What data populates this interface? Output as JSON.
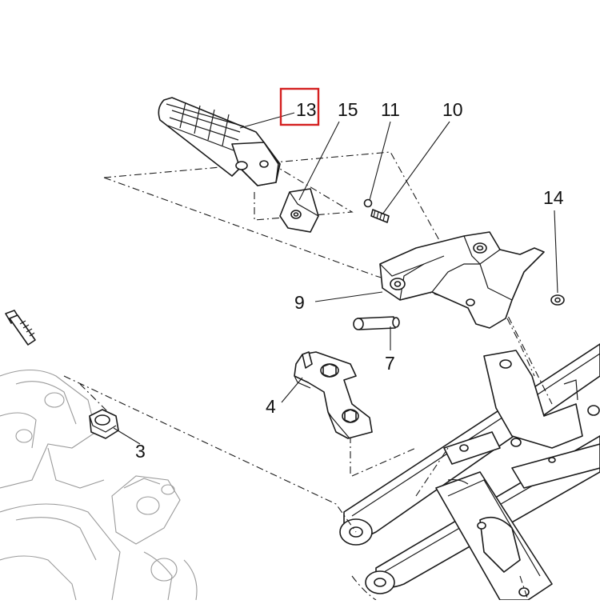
{
  "highlight_color": "#d42020",
  "callouts": {
    "c13": "13",
    "c15": "15",
    "c11": "11",
    "c10": "10",
    "c14": "14",
    "c9": "9",
    "c7": "7",
    "c4": "4",
    "c3": "3"
  },
  "highlighted_callout": "13"
}
